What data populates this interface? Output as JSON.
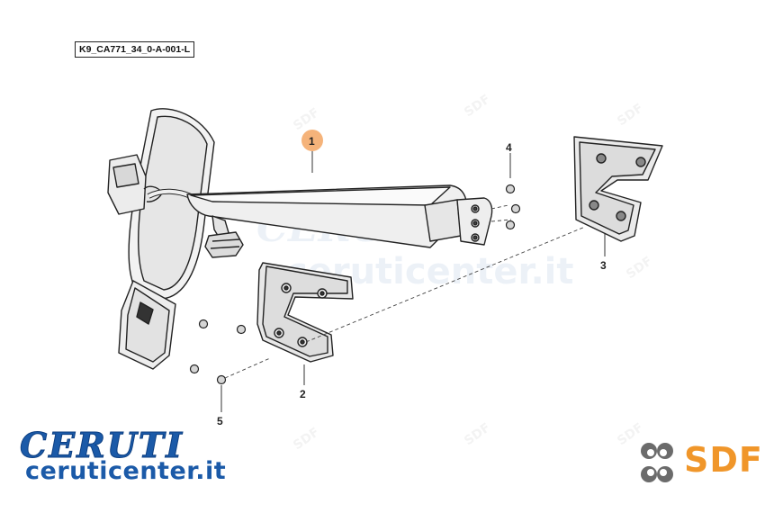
{
  "diagram": {
    "code": "K9_CA771_34_0-A-001-L",
    "callouts": [
      {
        "id": "1",
        "label": "1",
        "highlight_color": "#f5b37a"
      },
      {
        "id": "2",
        "label": "2"
      },
      {
        "id": "3",
        "label": "3"
      },
      {
        "id": "4",
        "label": "4"
      },
      {
        "id": "5",
        "label": "5"
      }
    ]
  },
  "watermark": {
    "brand": "CERUTI",
    "url": "ceruticenter.it",
    "sdf": "SDF"
  },
  "footer": {
    "brand": "CERUTI",
    "url": "ceruticenter.it",
    "sdf": "SDF",
    "brand_color": "#1b5aa8",
    "sdf_color": "#f0962a",
    "sdf_icon": "sdf-swirl-icon"
  }
}
